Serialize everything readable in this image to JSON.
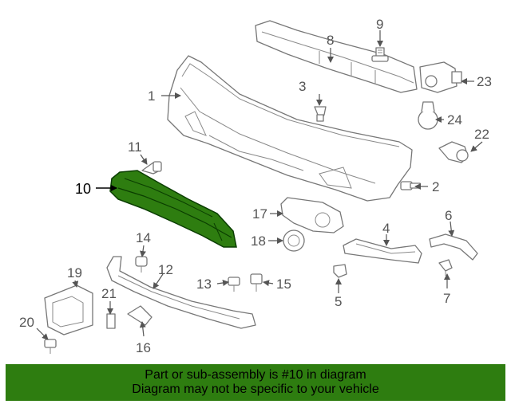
{
  "diagram": {
    "highlight_color": "#2e7d10",
    "callouts": [
      {
        "id": "c1",
        "label": "1"
      },
      {
        "id": "c2",
        "label": "2"
      },
      {
        "id": "c3",
        "label": "3"
      },
      {
        "id": "c4",
        "label": "4"
      },
      {
        "id": "c5",
        "label": "5"
      },
      {
        "id": "c6",
        "label": "6"
      },
      {
        "id": "c7",
        "label": "7"
      },
      {
        "id": "c8",
        "label": "8"
      },
      {
        "id": "c9",
        "label": "9"
      },
      {
        "id": "c10",
        "label": "10"
      },
      {
        "id": "c11",
        "label": "11"
      },
      {
        "id": "c12",
        "label": "12"
      },
      {
        "id": "c13",
        "label": "13"
      },
      {
        "id": "c14",
        "label": "14"
      },
      {
        "id": "c15",
        "label": "15"
      },
      {
        "id": "c16",
        "label": "16"
      },
      {
        "id": "c17",
        "label": "17"
      },
      {
        "id": "c18",
        "label": "18"
      },
      {
        "id": "c19",
        "label": "19"
      },
      {
        "id": "c20",
        "label": "20"
      },
      {
        "id": "c21",
        "label": "21"
      },
      {
        "id": "c22",
        "label": "22"
      },
      {
        "id": "c23",
        "label": "23"
      },
      {
        "id": "c24",
        "label": "24"
      }
    ]
  },
  "banner": {
    "line1": "Part or sub-assembly is #10 in diagram",
    "line2": "Diagram may not be specific to your vehicle",
    "background": "#2e7d10"
  }
}
